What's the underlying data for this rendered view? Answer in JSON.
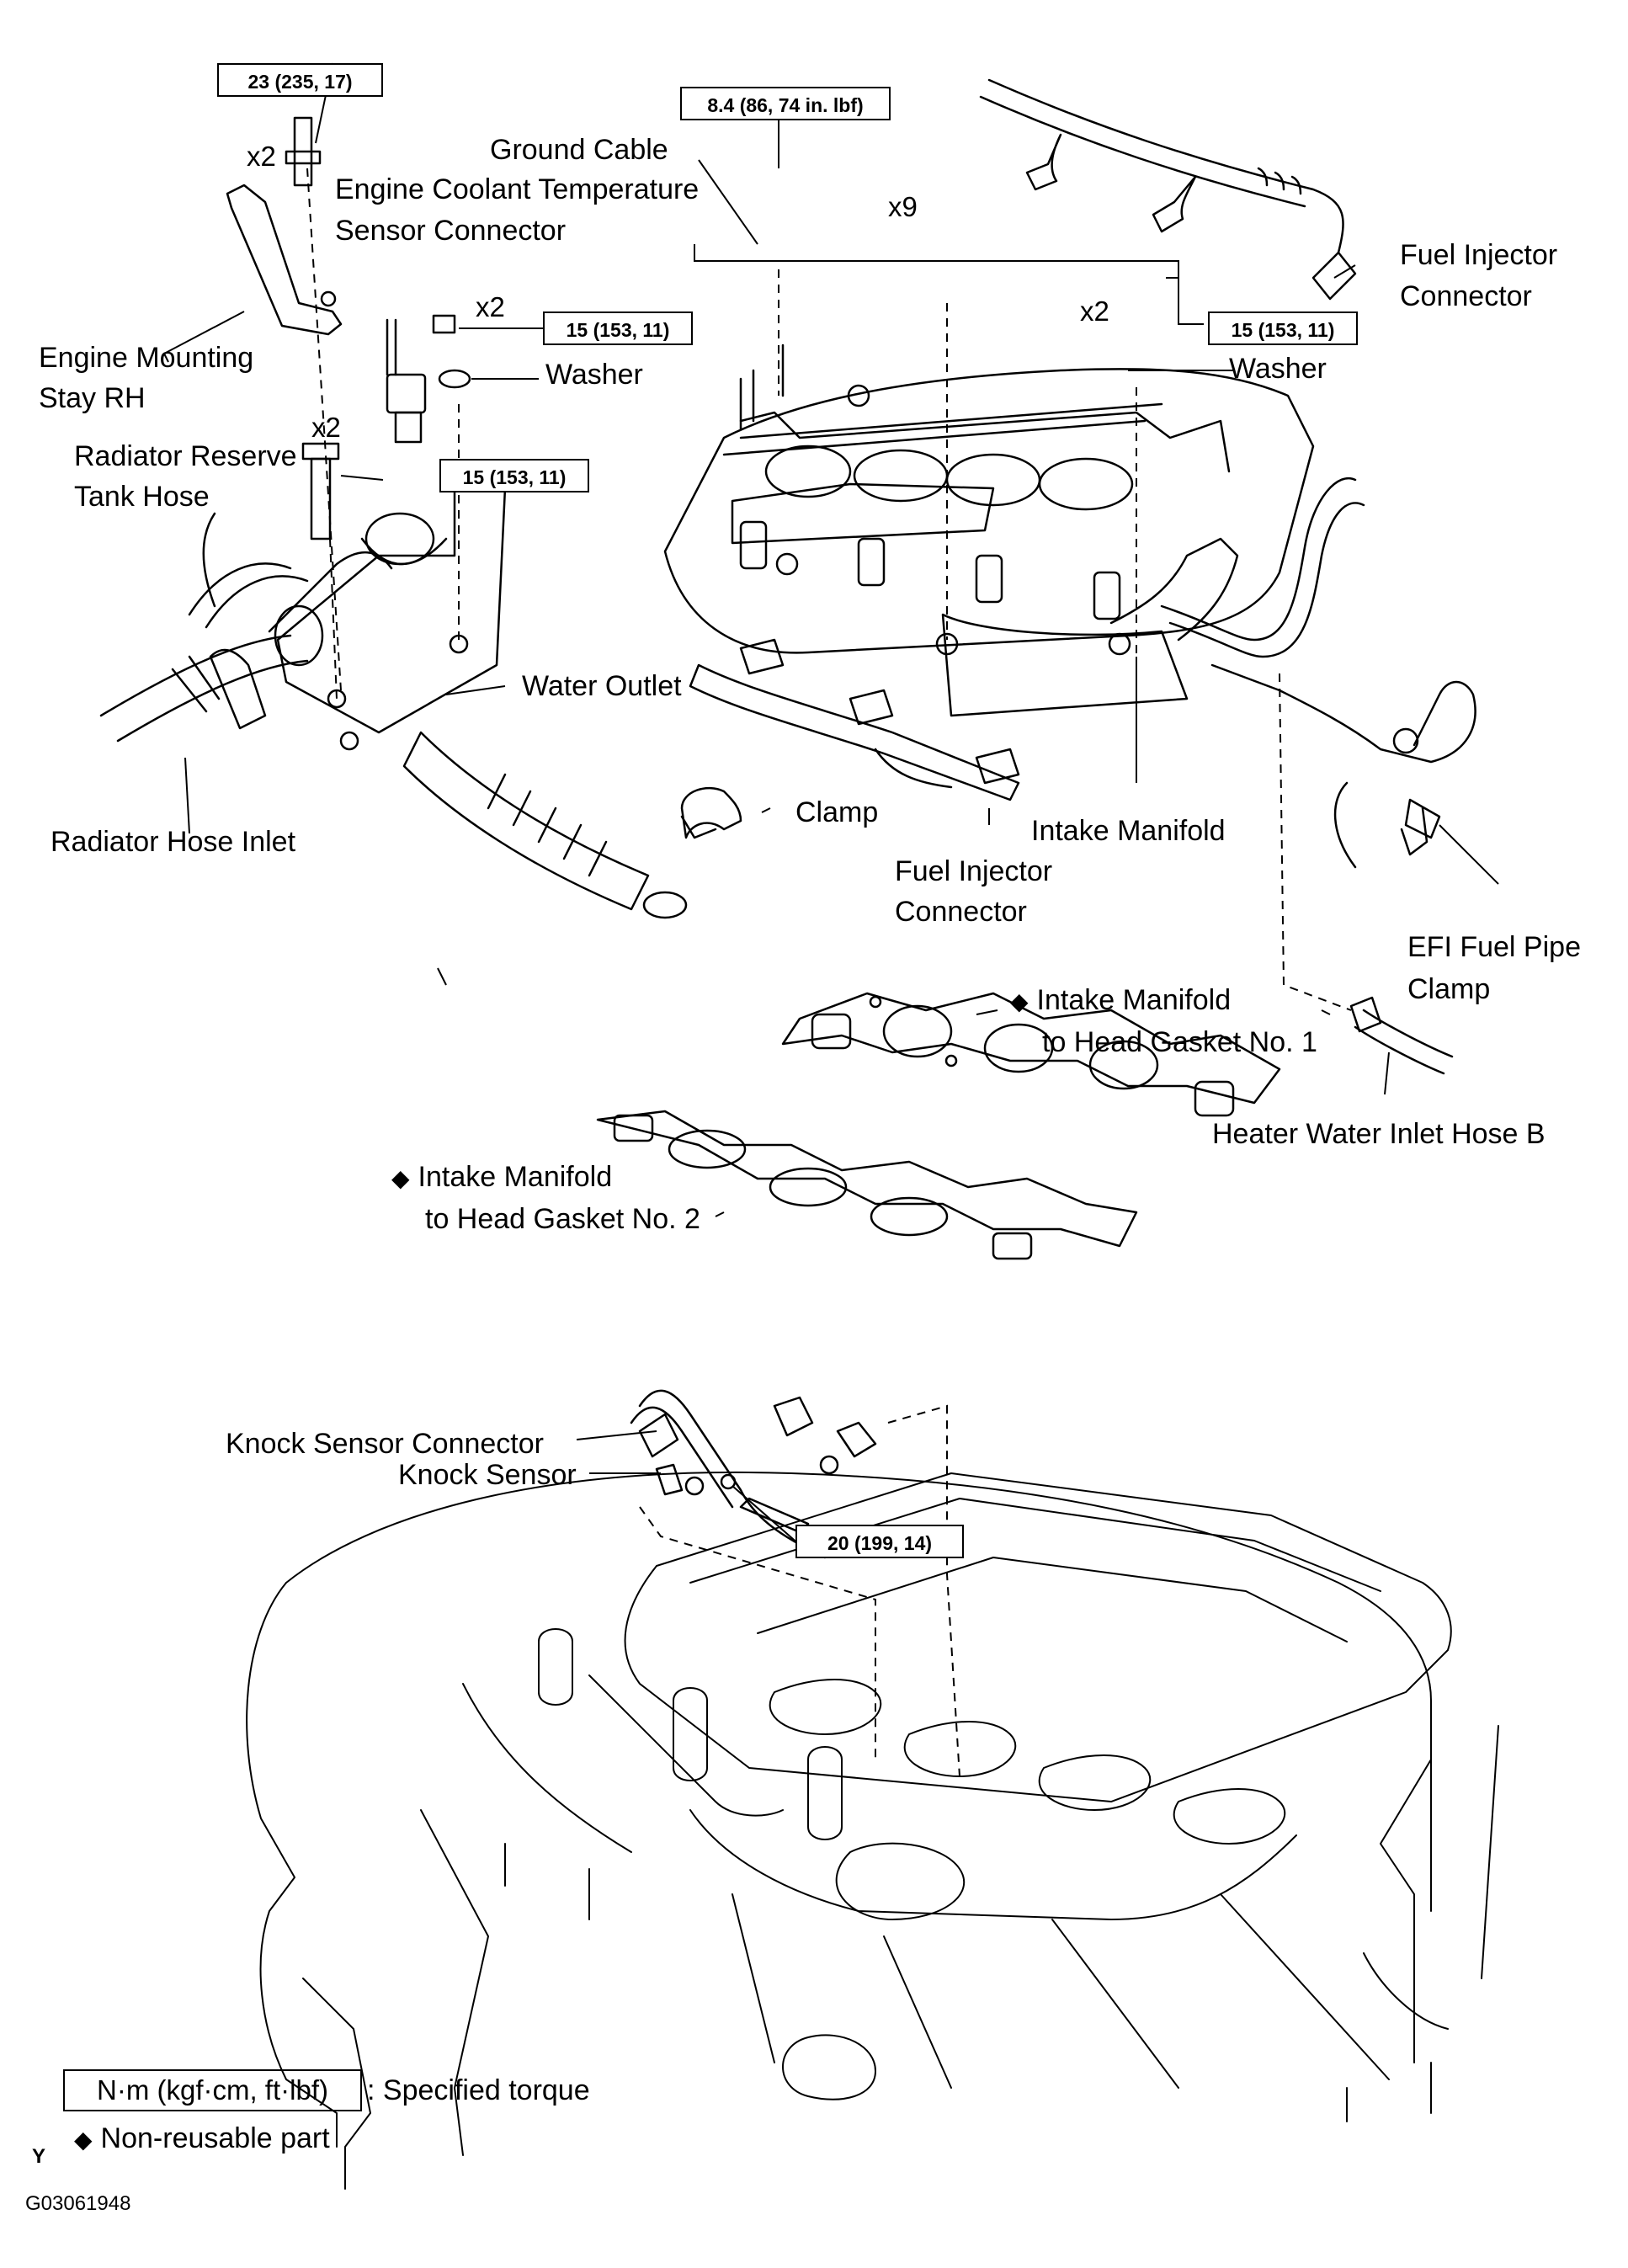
{
  "torque_specs": {
    "engine_mounting_stay": "23 (235, 17)",
    "ground_cable_nut": "8.4 (86, 74 in. lbf)",
    "sensor_nut": "15 (153, 11)",
    "water_outlet_bolt": "15 (153, 11)",
    "manifold_nut": "15 (153, 11)",
    "knock_sensor": "20 (199, 14)"
  },
  "counts": {
    "stay_bolts": "x2",
    "outlet_nuts": "x2",
    "outlet_bolts": "x2",
    "manifold_bolts": "x9",
    "manifold_nuts": "x2"
  },
  "labels": {
    "ground_cable": "Ground Cable",
    "coolant_sensor": [
      "Engine Coolant Temperature",
      "Sensor Connector"
    ],
    "engine_mounting_stay": [
      "Engine Mounting",
      "Stay RH"
    ],
    "washer_1": "Washer",
    "washer_2": "Washer",
    "radiator_reserve": [
      "Radiator Reserve",
      "Tank Hose"
    ],
    "water_outlet": "Water Outlet",
    "radiator_hose_inlet": "Radiator Hose Inlet",
    "clamp": "Clamp",
    "fuel_injector_connector_lower": [
      "Fuel Injector",
      "Connector"
    ],
    "intake_manifold": "Intake Manifold",
    "fuel_injector_connector_upper": [
      "Fuel Injector",
      "Connector"
    ],
    "efi_clamp": [
      "EFI Fuel Pipe",
      "Clamp"
    ],
    "gasket_1": [
      "Intake Manifold",
      "to Head Gasket No. 1"
    ],
    "gasket_2": [
      "Intake Manifold",
      "to Head Gasket No. 2"
    ],
    "heater_hose": "Heater Water Inlet Hose B",
    "knock_sensor_connector": "Knock Sensor Connector",
    "knock_sensor": "Knock Sensor"
  },
  "legend": {
    "torque_box": "N·m (kgf·cm, ft·lbf)",
    "torque_text": ": Specified torque",
    "non_reusable": "Non-reusable part",
    "diamond": "◆"
  },
  "footer": {
    "mark": "Y",
    "code": "G03061948"
  }
}
